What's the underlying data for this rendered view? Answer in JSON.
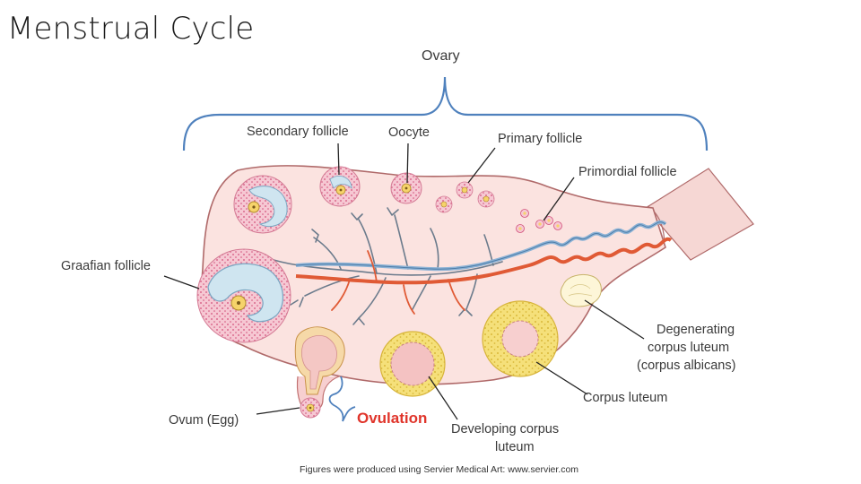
{
  "slide": {
    "title": "Menstrual Cycle"
  },
  "diagram": {
    "labels": {
      "ovary": "Ovary",
      "secondary_follicle": "Secondary follicle",
      "oocyte": "Oocyte",
      "primary_follicle": "Primary follicle",
      "primordial_follicle": "Primordial follicle",
      "graafian_follicle": "Graafian follicle",
      "degenerating_line1": "Degenerating",
      "degenerating_line2": "corpus luteum",
      "degenerating_line3": "(corpus albicans)",
      "corpus_luteum": "Corpus luteum",
      "ovum": "Ovum (Egg)",
      "ovulation": "Ovulation",
      "developing_line1": "Developing corpus",
      "developing_line2": "luteum"
    },
    "credit": "Figures were produced using Servier Medical Art: www.servier.com",
    "colors": {
      "ovary_fill": "#f9dcd9",
      "ovary_stroke": "#b06a6a",
      "follicle_pink": "#f3b9c7",
      "follicle_dot": "#d2507a",
      "antrum_blue": "#cfe5f0",
      "oocyte_yellow": "#f6d36a",
      "corpus_luteum_yellow": "#f5e07a",
      "vein_blue": "#7da9cf",
      "artery_red": "#e0542f",
      "nerve_grey": "#6b7b8c",
      "ovulation_red": "#e0352b"
    }
  }
}
